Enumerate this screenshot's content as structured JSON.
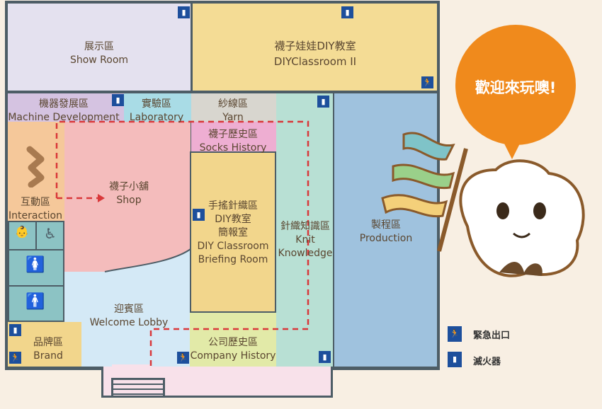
{
  "zones": {
    "show_room": {
      "zh": "展示區",
      "en": "Show Room"
    },
    "diy2": {
      "zh": "襪子娃娃DIY教室",
      "en": "DIYClassroom II"
    },
    "machine": {
      "zh": "機器發展區",
      "en": "Machine Development"
    },
    "lab": {
      "zh": "實驗區",
      "en": "Laboratory"
    },
    "yarn": {
      "zh": "紗線區",
      "en": "Yarn"
    },
    "socks_history": {
      "zh": "襪子歷史區",
      "en": "Socks History"
    },
    "interaction": {
      "zh": "互動區",
      "en": "Interaction"
    },
    "shop": {
      "zh": "襪子小舖",
      "en": "Shop"
    },
    "diy": {
      "zh1": "手搖針織區",
      "zh2": "DIY教室",
      "zh3": "簡報室",
      "en1": "DIY Classroom",
      "en2": "Briefing Room"
    },
    "knit": {
      "zh": "針織知識區",
      "en1": "Knit",
      "en2": "Knowledge"
    },
    "production": {
      "zh": "製程區",
      "en": "Production"
    },
    "lobby": {
      "zh": "迎賓區",
      "en": "Welcome Lobby"
    },
    "company": {
      "zh": "公司歷史區",
      "en": "Company History"
    },
    "brand": {
      "zh": "品牌區",
      "en": "Brand"
    }
  },
  "legend": {
    "exit": "緊急出口",
    "extinguisher": "滅火器"
  },
  "bubble": "歡迎來玩噢!",
  "icons": {
    "exit": "🏃",
    "ext": "▮"
  },
  "colors": {
    "wall": "#4d5d66",
    "route": "#d9383a",
    "bubble": "#f08a1c",
    "icon": "#1d4f9c"
  }
}
